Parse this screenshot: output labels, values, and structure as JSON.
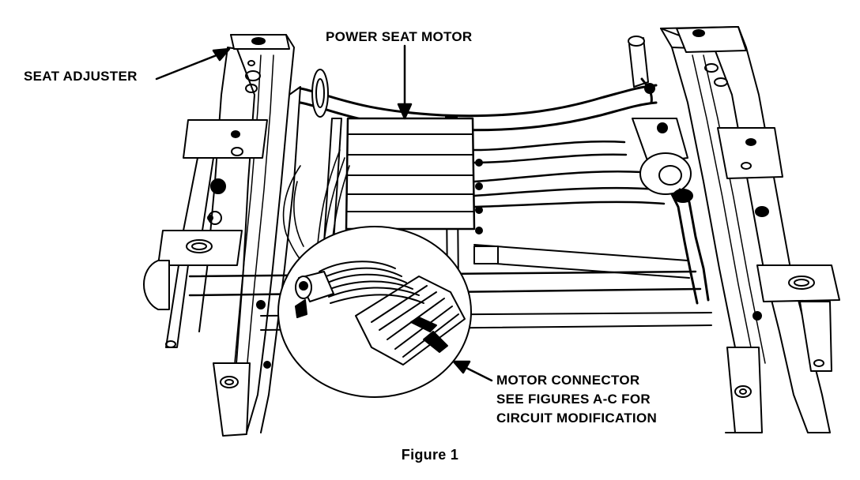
{
  "labels": {
    "seat_adjuster": "SEAT ADJUSTER",
    "power_seat_motor": "POWER SEAT MOTOR",
    "motor_connector_line1": "MOTOR CONNECTOR",
    "motor_connector_line2": "SEE FIGURES A-C FOR",
    "motor_connector_line3": "CIRCUIT MODIFICATION"
  },
  "caption": "Figure 1",
  "colors": {
    "ink": "#000000",
    "paper": "#ffffff"
  }
}
